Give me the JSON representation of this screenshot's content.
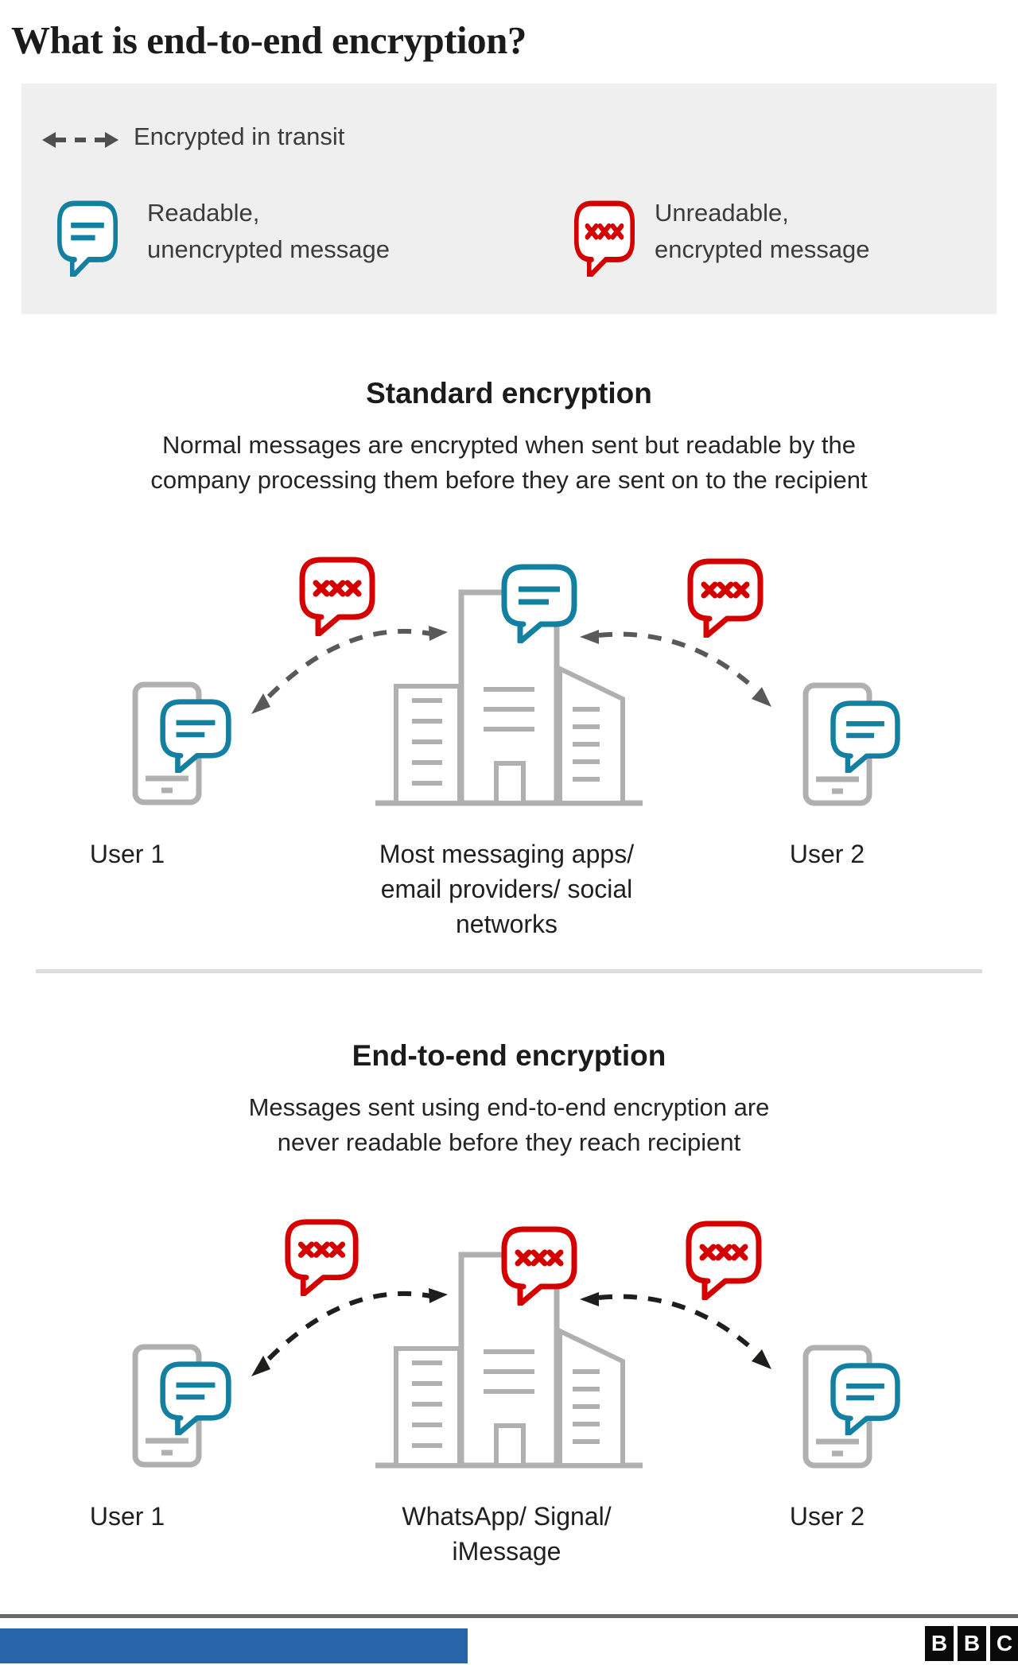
{
  "title": "What is end-to-end encryption?",
  "colors": {
    "accent_teal": "#1380A1",
    "accent_red": "#D40000",
    "device_gray": "#B0B0B0",
    "transit_arrow_gray": "#595959",
    "transit_arrow_dark": "#1E1E1C",
    "footer_bar_blue": "#2864A9"
  },
  "legend": {
    "transit": {
      "icon": "double-headed-dashed-arrow-icon",
      "label": "Encrypted in transit"
    },
    "readable": {
      "icon": "speech-bubble-lines-icon",
      "label_line1": "Readable,",
      "label_line2": "unencrypted message"
    },
    "encrypted": {
      "icon": "speech-bubble-x-icon",
      "label_line1": "Unreadable,",
      "label_line2": "encrypted message"
    }
  },
  "sections": [
    {
      "heading": "Standard encryption",
      "description_line1": "Normal messages are encrypted when sent but readable by the",
      "description_line2": "company processing them before they are sent on to the recipient",
      "label_left": "User 1",
      "label_center_line1": "Most messaging apps/",
      "label_center_line2": "email providers/ social",
      "label_center_line3": "networks",
      "label_right": "User 2"
    },
    {
      "heading": "End-to-end encryption",
      "description_line1": "Messages sent using end-to-end encryption are",
      "description_line2": "never readable before they reach recipient",
      "label_left": "User 1",
      "label_center_line1": "WhatsApp/ Signal/",
      "label_center_line2": "iMessage",
      "label_right": "User 2"
    }
  ],
  "footer": {
    "logo_letters": [
      "B",
      "B",
      "C"
    ]
  }
}
